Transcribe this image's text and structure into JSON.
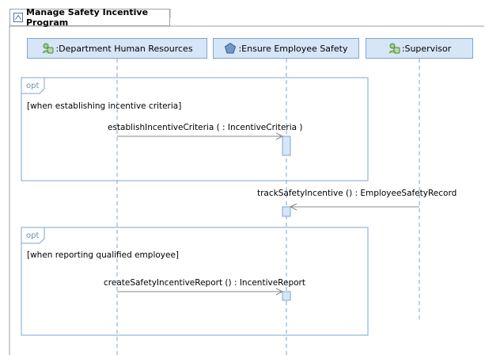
{
  "diagram": {
    "title": "Manage Safety Incentive Program",
    "title_icon": "sequence-diagram-icon",
    "lifelines": [
      {
        "label": ":Department Human Resources",
        "icon": "actor-role-icon"
      },
      {
        "label": ":Ensure Employee Safety",
        "icon": "pentagon-goal-icon"
      },
      {
        "label": ":Supervisor",
        "icon": "actor-role-icon"
      }
    ],
    "fragments": [
      {
        "operator": "opt",
        "guard": "[when establishing incentive criteria]"
      },
      {
        "operator": "opt",
        "guard": "[when reporting qualified employee]"
      }
    ],
    "messages": [
      {
        "label": "establishIncentiveCriteria (  : IncentiveCriteria )",
        "from": ":Department Human Resources",
        "to": ":Ensure Employee Safety"
      },
      {
        "label": "trackSafetyIncentive () : EmployeeSafetyRecord",
        "from": ":Supervisor",
        "to": ":Ensure Employee Safety"
      },
      {
        "label": "createSafetyIncentiveReport () : IncentiveReport",
        "from": ":Department Human Resources",
        "to": ":Ensure Employee Safety"
      }
    ]
  },
  "colors": {
    "lifeline_fill": "#d6e6f7",
    "lifeline_border": "#7fa5cf",
    "fragment_border": "#7fa5cf",
    "frame_border": "#9aa0a8",
    "message_line": "#888888"
  }
}
